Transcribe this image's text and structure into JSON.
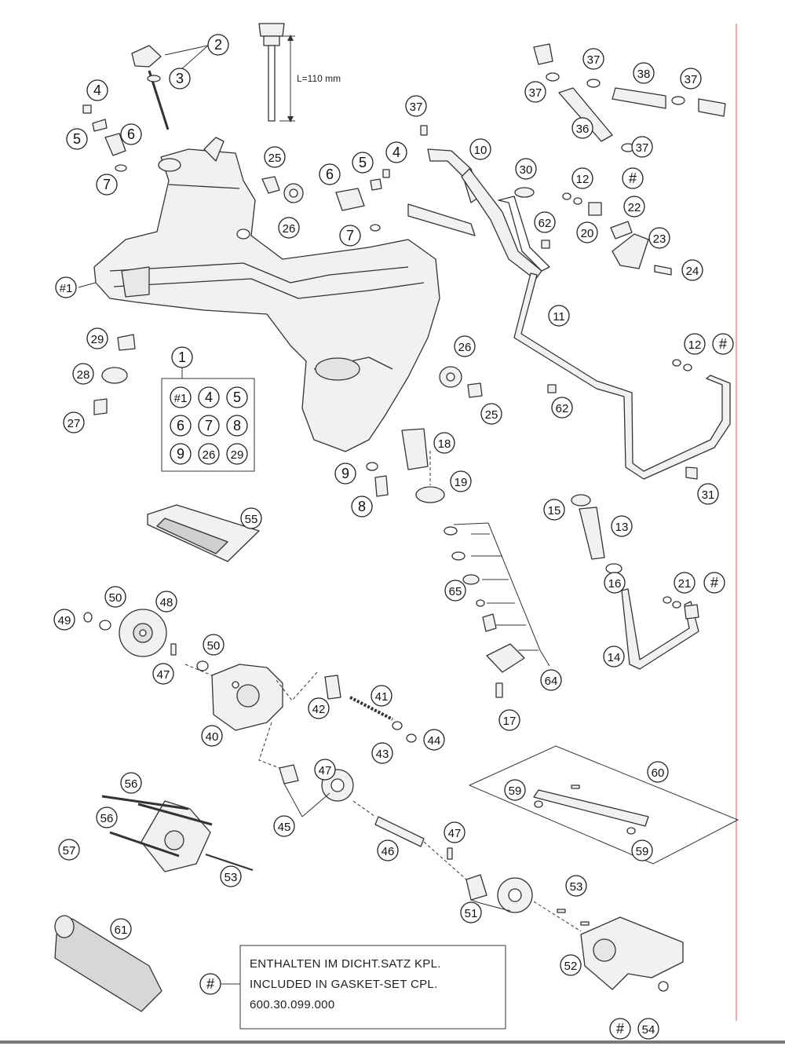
{
  "diagram": {
    "note_lines": [
      "ENTHALTEN IM DICHT.SATZ KPL.",
      "INCLUDED IN GASKET-SET CPL.",
      "600.30.099.000"
    ],
    "note_marker": "#",
    "dimension_label": "L=110 mm",
    "kit_box_label": "1",
    "kit_box_items": [
      "#1",
      "4",
      "5",
      "6",
      "7",
      "8",
      "9",
      "26",
      "29"
    ],
    "callouts": [
      "2",
      "3",
      "4",
      "5",
      "6",
      "7",
      "25",
      "26",
      "6",
      "5",
      "4",
      "7",
      "#1",
      "37",
      "10",
      "30",
      "12",
      "#",
      "62",
      "20",
      "22",
      "23",
      "24",
      "37",
      "37",
      "38",
      "37",
      "36",
      "37",
      "11",
      "29",
      "28",
      "27",
      "26",
      "25",
      "18",
      "9",
      "8",
      "19",
      "62",
      "12",
      "#",
      "31",
      "55",
      "15",
      "13",
      "65",
      "16",
      "21",
      "#",
      "14",
      "64",
      "17",
      "49",
      "50",
      "48",
      "50",
      "47",
      "42",
      "41",
      "40",
      "43",
      "44",
      "47",
      "45",
      "46",
      "47",
      "56",
      "56",
      "57",
      "53",
      "60",
      "59",
      "59",
      "61",
      "51",
      "53",
      "52",
      "#",
      "54",
      "#"
    ]
  }
}
